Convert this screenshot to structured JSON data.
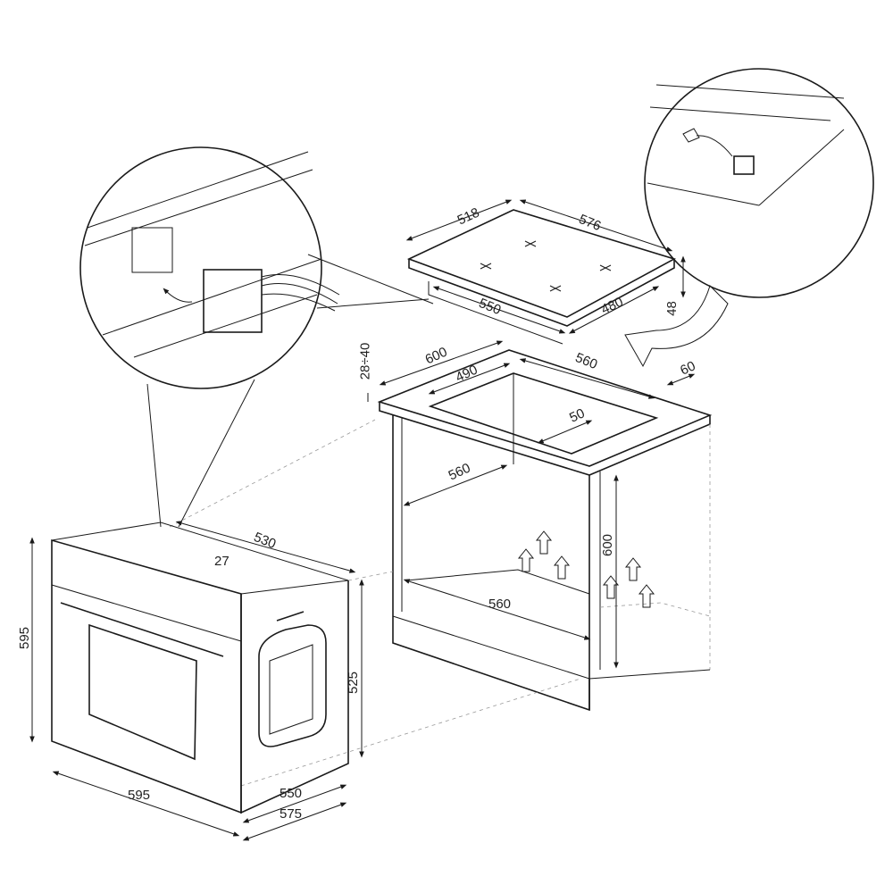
{
  "title": "Built-in oven and hob installation dimensions",
  "hob": {
    "depth": "518",
    "width": "576",
    "cutout_width": "550",
    "cutout_depth": "480",
    "height": "48"
  },
  "worktop": {
    "depth": "600",
    "cutout_width": "560",
    "cutout_depth": "490",
    "thickness": "28÷40",
    "rear_clearance": "60",
    "front_clearance": "50"
  },
  "cabinet": {
    "inner_depth": "560",
    "inner_height": "600",
    "inner_width": "560"
  },
  "oven": {
    "depth": "530",
    "panel_depth": "27",
    "front_height": "595",
    "body_height": "525",
    "front_width": "595",
    "body_width": "550",
    "overall_width": "575"
  },
  "colors": {
    "line": "#1a1a1a",
    "background": "#ffffff"
  }
}
